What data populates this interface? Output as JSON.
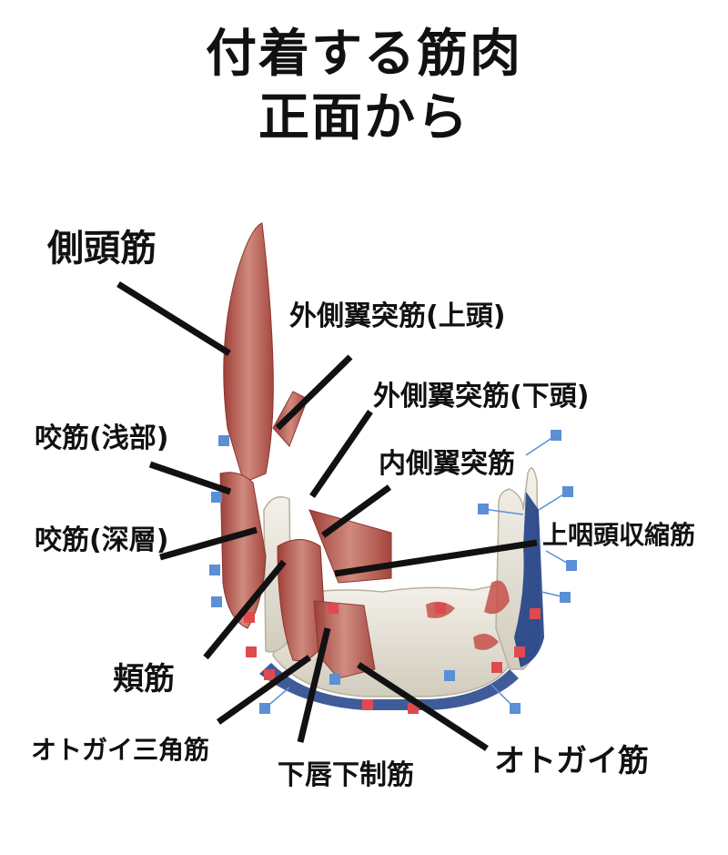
{
  "title": {
    "line1": "付着する筋肉",
    "line2": "正面から"
  },
  "labels": {
    "temporalis": "側頭筋",
    "lateral_pterygoid_upper": "外側翼突筋(上頭)",
    "lateral_pterygoid_lower": "外側翼突筋(下頭)",
    "masseter_superficial": "咬筋(浅部)",
    "medial_pterygoid": "内側翼突筋",
    "masseter_deep": "咬筋(深層)",
    "superior_constrictor": "上咽頭収縮筋",
    "buccinator": "頬筋",
    "depressor_anguli_oris": "オトガイ三角筋",
    "depressor_labii_inferioris": "下唇下制筋",
    "mentalis": "オトガイ筋"
  },
  "colors": {
    "muscle": "#b5544c",
    "muscle_light": "#d88a7c",
    "bone": "#ece8df",
    "bone_shadow": "#c9c3b5",
    "attachment_red": "#e0494e",
    "attachment_blue": "#5b8fd6",
    "deep_blue": "#1f3f86",
    "leader_line": "#111111"
  }
}
